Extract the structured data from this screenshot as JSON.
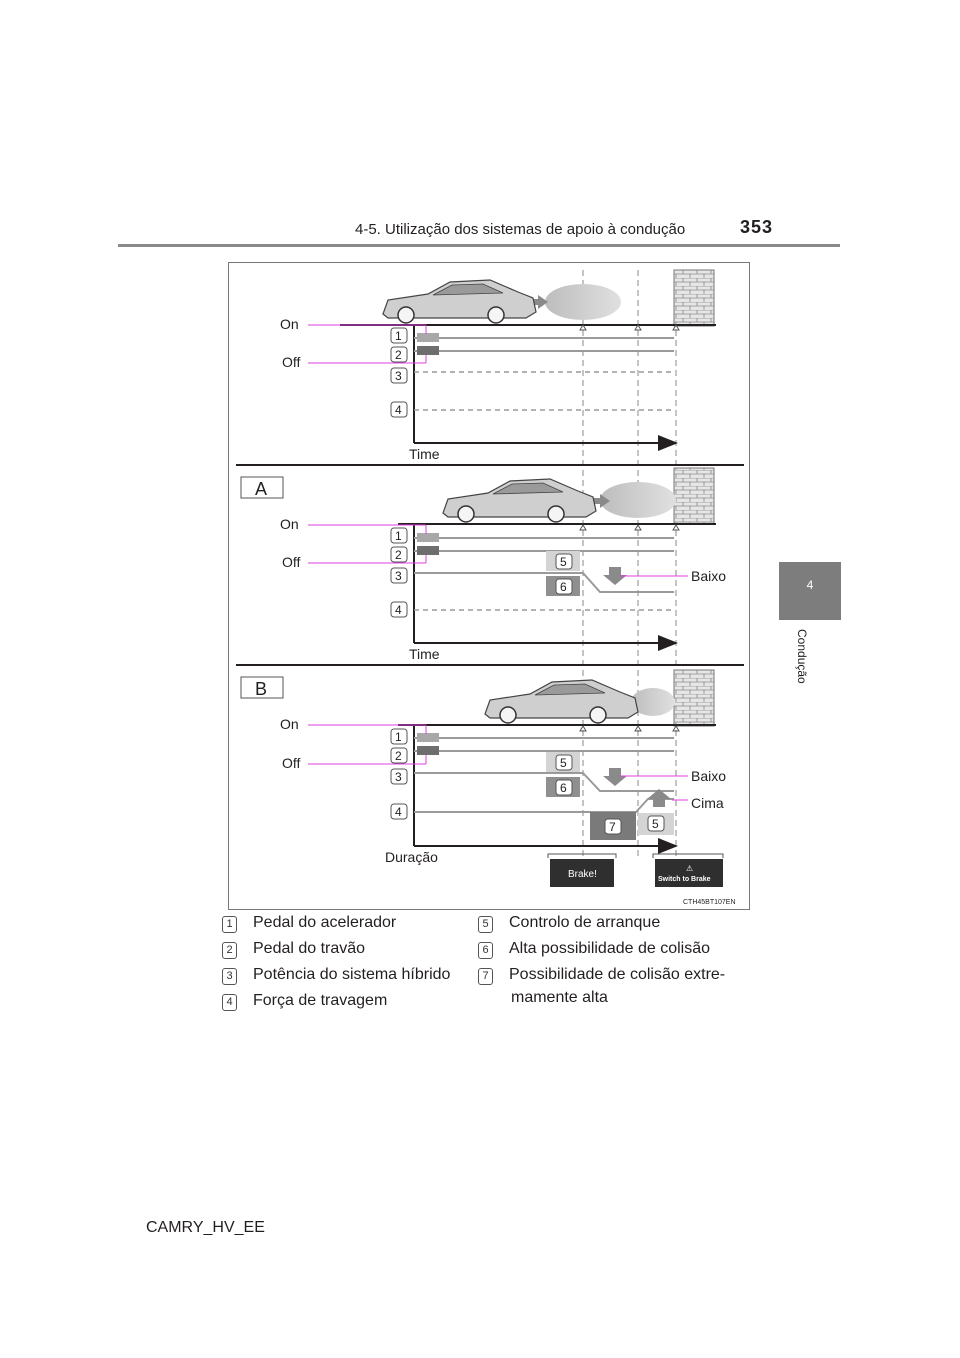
{
  "header": {
    "section": "4-5. Utilização dos sistemas de apoio à condução",
    "page_number": "353"
  },
  "side_tab": {
    "chapter_number": "4",
    "chapter_label": "Condução"
  },
  "figure": {
    "label_on": "On",
    "label_off": "Off",
    "time_label": "Time",
    "duration_label": "Duração",
    "panel_a": "A",
    "panel_b": "B",
    "baixo": "Baixo",
    "cima": "Cima",
    "brake_warning": "Brake!",
    "switch_warning": "Switch to Brake",
    "figure_code": "CTH45BT107EN",
    "num1": "1",
    "num2": "2",
    "num3": "3",
    "num4": "4",
    "num5": "5",
    "num6": "6",
    "num7": "7",
    "colors": {
      "magenta": "#e13ce1",
      "dark_gray": "#555555",
      "line_gray": "#9a9a9a"
    }
  },
  "legend": {
    "left": [
      {
        "num": "1",
        "text": "Pedal do acelerador"
      },
      {
        "num": "2",
        "text": "Pedal do travão"
      },
      {
        "num": "3",
        "text": "Potência do sistema híbrido"
      },
      {
        "num": "4",
        "text": "Força de travagem"
      }
    ],
    "right": [
      {
        "num": "5",
        "text": "Controlo de arranque"
      },
      {
        "num": "6",
        "text": "Alta possibilidade de colisão"
      },
      {
        "num": "7",
        "text": "Possibilidade de colisão extre-"
      },
      {
        "num": "",
        "text": "mamente alta"
      }
    ]
  },
  "footer": {
    "model": "CAMRY_HV_EE"
  }
}
